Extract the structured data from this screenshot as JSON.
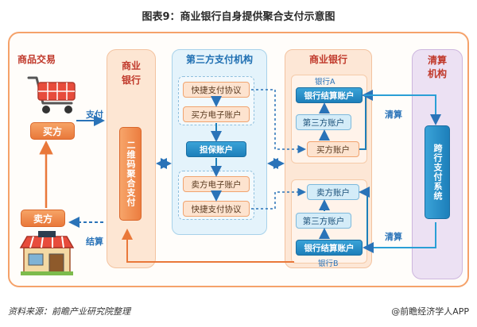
{
  "title": "图表9：商业银行自身提供聚合支付示意图",
  "commerce": {
    "title": "商品交易",
    "buyer": "买方",
    "seller": "卖方",
    "pay_label": "支付",
    "settle_label": "结算"
  },
  "bank_left": {
    "title_line1": "商业",
    "title_line2": "银行",
    "aggregated": "二维码聚合支付"
  },
  "third_party": {
    "title": "第三方支付机构",
    "top": [
      "快捷支付协议",
      "买方电子账户"
    ],
    "escrow": "担保账户",
    "bottom": [
      "卖方电子账户",
      "快捷支付协议"
    ]
  },
  "bank_right": {
    "title": "商业银行",
    "bank_a": {
      "label": "银行A",
      "settlement": "银行结算账户",
      "third": "第三方账户",
      "party": "买方账户"
    },
    "bank_b": {
      "label": "银行B",
      "party": "卖方账户",
      "third": "第三方账户",
      "settlement": "银行结算账户"
    }
  },
  "clearing": {
    "title_line1": "清算",
    "title_line2": "机构",
    "system": "跨行支付系统",
    "label_top": "清算",
    "label_bottom": "清算"
  },
  "footer": {
    "source": "资料来源：前瞻产业研究院整理",
    "credit": "@前瞻经济学人APP"
  },
  "colors": {
    "orange": "#ec7d3f",
    "blue": "#1d7fba",
    "frame": "#f5a26a"
  }
}
